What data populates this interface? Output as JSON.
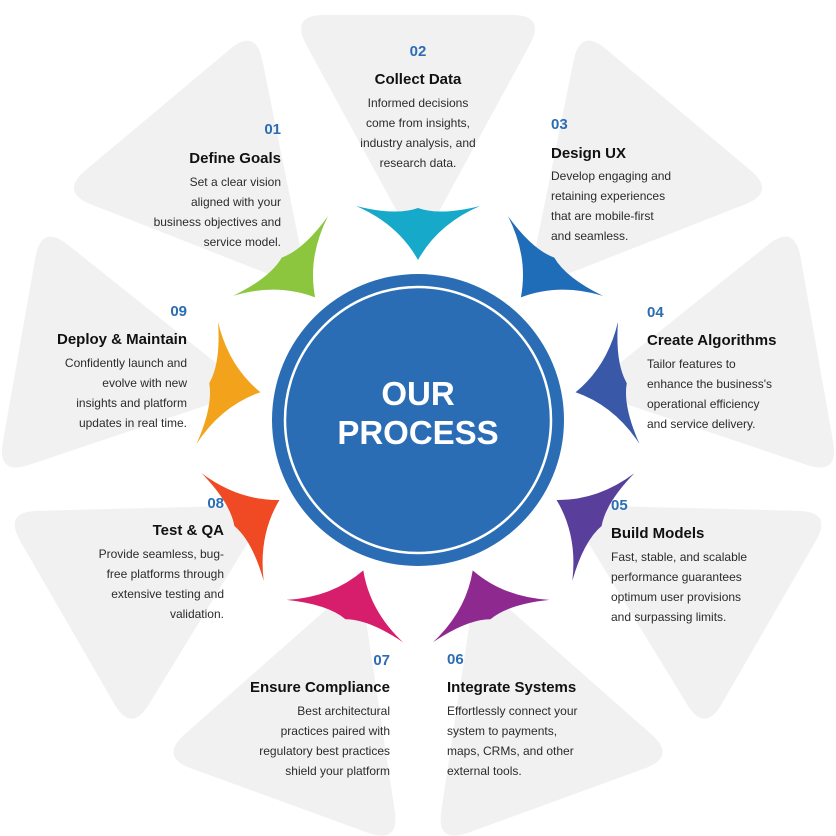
{
  "center": {
    "line1": "OUR",
    "line2": "PROCESS",
    "color": "#2b6db4"
  },
  "tile_color": "#f1f1f2",
  "number_color": "#2b6db4",
  "steps": [
    {
      "number": "01",
      "title": "Define Goals",
      "desc": [
        "Set a clear vision",
        "aligned with your",
        "business objectives and",
        "service model."
      ],
      "color": "#8cc63f"
    },
    {
      "number": "02",
      "title": "Collect Data",
      "desc": [
        "Informed decisions",
        "come from insights,",
        "industry analysis, and",
        "research data."
      ],
      "color": "#17a9c9"
    },
    {
      "number": "03",
      "title": "Design UX",
      "desc": [
        "Develop engaging and",
        "retaining experiences",
        "that are mobile-first",
        "and seamless."
      ],
      "color": "#1f6db8"
    },
    {
      "number": "04",
      "title": "Create Algorithms",
      "desc": [
        "Tailor features to",
        "enhance the business's",
        "operational efficiency",
        "and service delivery."
      ],
      "color": "#3a58a8"
    },
    {
      "number": "05",
      "title": "Build Models",
      "desc": [
        "Fast, stable, and scalable",
        "performance guarantees",
        "optimum user provisions",
        "and surpassing limits."
      ],
      "color": "#5a3e9b"
    },
    {
      "number": "06",
      "title": "Integrate Systems",
      "desc": [
        "Effortlessly connect your",
        "system to payments,",
        "maps, CRMs, and other",
        "external tools."
      ],
      "color": "#8e2a8f"
    },
    {
      "number": "07",
      "title": "Ensure Compliance",
      "desc": [
        "Best architectural",
        "practices paired with",
        "regulatory best practices",
        "shield your platform"
      ],
      "color": "#d61e6c"
    },
    {
      "number": "08",
      "title": "Test & QA",
      "desc": [
        "Provide seamless, bug-",
        "free platforms through",
        "extensive testing and",
        "validation."
      ],
      "color": "#ef4a23"
    },
    {
      "number": "09",
      "title": "Deploy & Maintain",
      "desc": [
        "Confidently launch and",
        "evolve with new",
        "insights and platform",
        "updates in real time."
      ],
      "color": "#f2a31b"
    }
  ]
}
